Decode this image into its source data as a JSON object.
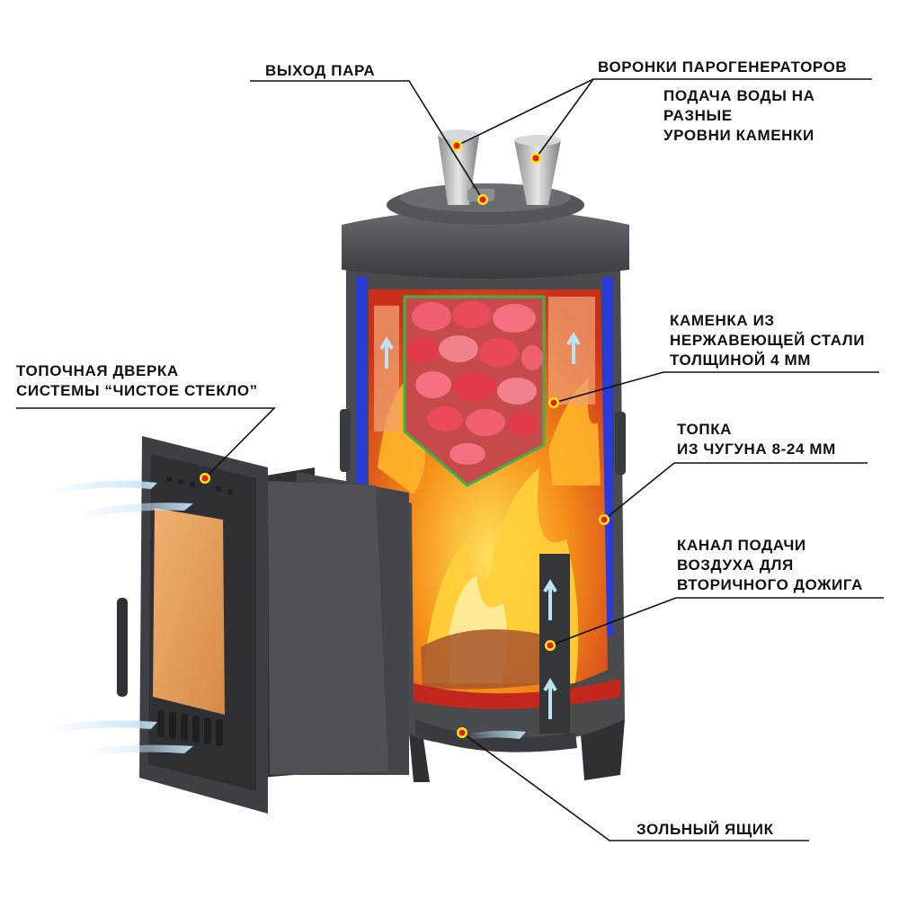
{
  "labels": {
    "steam_outlet": "ВЫХОД ПАРА",
    "steam_funnels": "ВОРОНКИ ПАРОГЕНЕРАТОРОВ",
    "water_supply": [
      "ПОДАЧА ВОДЫ НА",
      "РАЗНЫЕ",
      "УРОВНИ КАМЕНКИ"
    ],
    "heater": [
      "КАМЕНКА ИЗ",
      "НЕРЖАВЕЮЩЕЙ СТАЛИ",
      "ТОЛЩИНОЙ 4 ММ"
    ],
    "firebox_door": [
      "ТОПОЧНАЯ ДВЕРКА",
      "СИСТЕМЫ “ЧИСТОЕ СТЕКЛО”"
    ],
    "firebox": [
      "ТОПКА",
      "ИЗ ЧУГУНА 8-24 ММ"
    ],
    "air_channel": [
      "КАНАЛ ПОДАЧИ",
      "ВОЗДУХА ДЛЯ",
      "ВТОРИЧНОГО ДОЖИГА"
    ],
    "ash_box": "ЗОЛЬНЫЙ ЯЩИК"
  },
  "colors": {
    "cast_iron": "#4a4b4f",
    "cast_iron_dark": "#2f3034",
    "insulation_blue": "#2a3cd8",
    "flame_orange": "#f57a12",
    "flame_yellow": "#ffd23a",
    "stones_red": "#e23a48",
    "heater_outline": "#39b54a",
    "door_glass": "#e9a360",
    "marker_red": "#e0201a",
    "marker_yellow": "#ffe21a",
    "air_flow": "#bfe3f6",
    "leader_line": "#111111"
  }
}
